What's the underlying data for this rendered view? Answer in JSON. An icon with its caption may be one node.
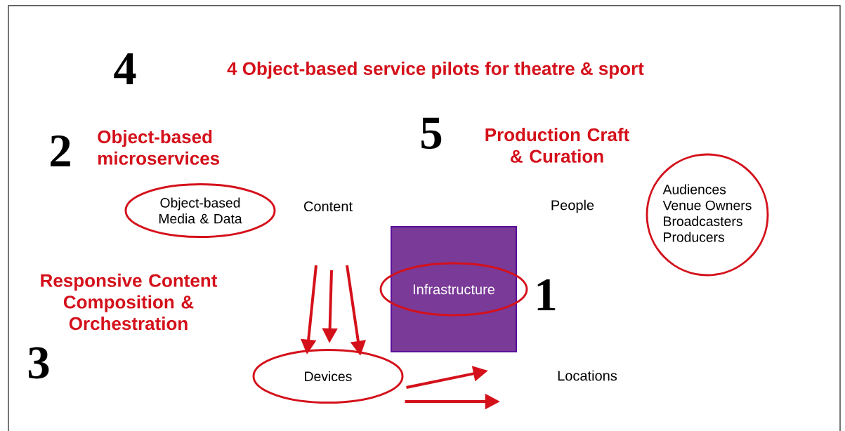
{
  "diagram": {
    "nodes": [
      {
        "text": [
          "Object-based Media & Data"
        ]
      },
      {
        "text": [
          "Content"
        ]
      },
      {
        "text": [
          "People"
        ]
      },
      {
        "text": [
          "Audiences",
          "Venue Owners",
          "Broadcasters",
          "Producers"
        ]
      },
      {
        "text": [
          "Infrastructure"
        ]
      },
      {
        "text": [
          "Devices"
        ]
      },
      {
        "text": [
          "Locations"
        ]
      }
    ],
    "edges": [
      {
        "from": null,
        "to": 5,
        "arrow": "to"
      },
      {
        "from": null,
        "to": 5,
        "arrow": "to"
      },
      {
        "from": null,
        "to": 5,
        "arrow": "to"
      },
      {
        "from": 5,
        "to": null,
        "arrow": "to"
      },
      {
        "from": 5,
        "to": null,
        "arrow": "to"
      }
    ],
    "labels": [
      "4",
      "4 Object-based service pilots for theatre & sport",
      "2",
      "Object-based microservices",
      "5",
      "Production Craft & Curation",
      "Responsive Content Composition & Orchestration",
      "1",
      "3"
    ]
  }
}
